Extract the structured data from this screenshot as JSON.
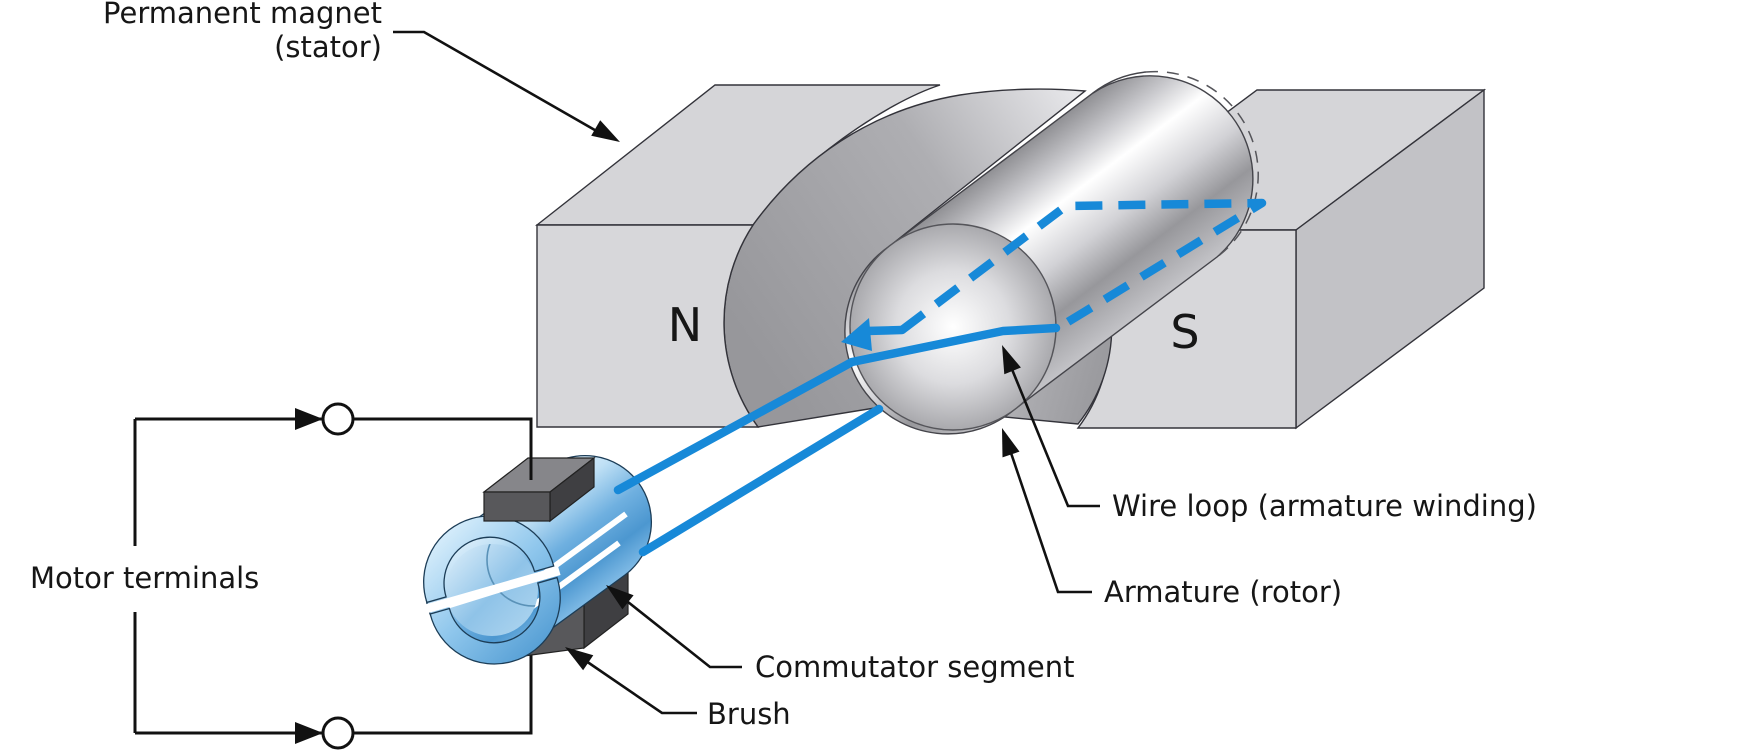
{
  "figure": {
    "stator_label": {
      "line1": "Permanent magnet",
      "line2": "(stator)"
    },
    "pole_n": "N",
    "pole_s": "S",
    "labels": {
      "motor_terminals": "Motor terminals",
      "wire_loop": "Wire loop (armature winding)",
      "armature": "Armature (rotor)",
      "commutator_segment": "Commutator segment",
      "brush": "Brush"
    },
    "colors": {
      "wire_blue": "#1789d8",
      "magnet_gray": "#d5d5d8",
      "magnet_gray_dark": "#a4a4a9",
      "commutator_blue": "#5aa3d8",
      "commutator_blue_light": "#d7ecfa",
      "brush_gray": "#58585b",
      "line_black": "#111111"
    }
  }
}
